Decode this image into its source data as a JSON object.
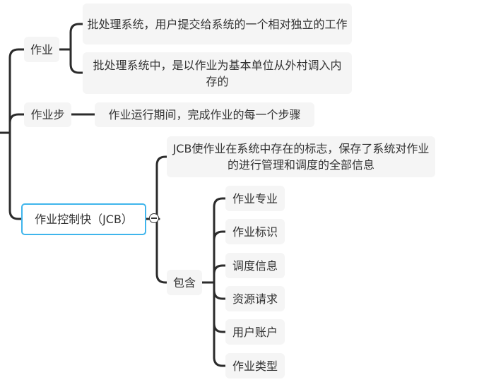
{
  "mindmap": {
    "branches": [
      {
        "label": "作业",
        "children": [
          "批处理系统，用户提交给系统的一个相对独立的工作",
          "批处理系统中，是以作业为基本单位从外村调入内存的"
        ]
      },
      {
        "label": "作业步",
        "children": [
          "作业运行期间，完成作业的每一个步骤"
        ]
      },
      {
        "label": "作业控制快（JCB）",
        "children": [
          "JCB使作业在系统中存在的标志，保存了系统对作业的进行管理和调度的全部信息"
        ],
        "group": {
          "label": "包含",
          "items": [
            "作业专业",
            "作业标识",
            "调度信息",
            "资源请求",
            "用户账户",
            "作业类型"
          ]
        }
      }
    ]
  },
  "colors": {
    "connector": "#2b2b2b",
    "node_fill": "#f5f5f5",
    "selected_border": "#3fb5ec",
    "text": "#333333"
  }
}
